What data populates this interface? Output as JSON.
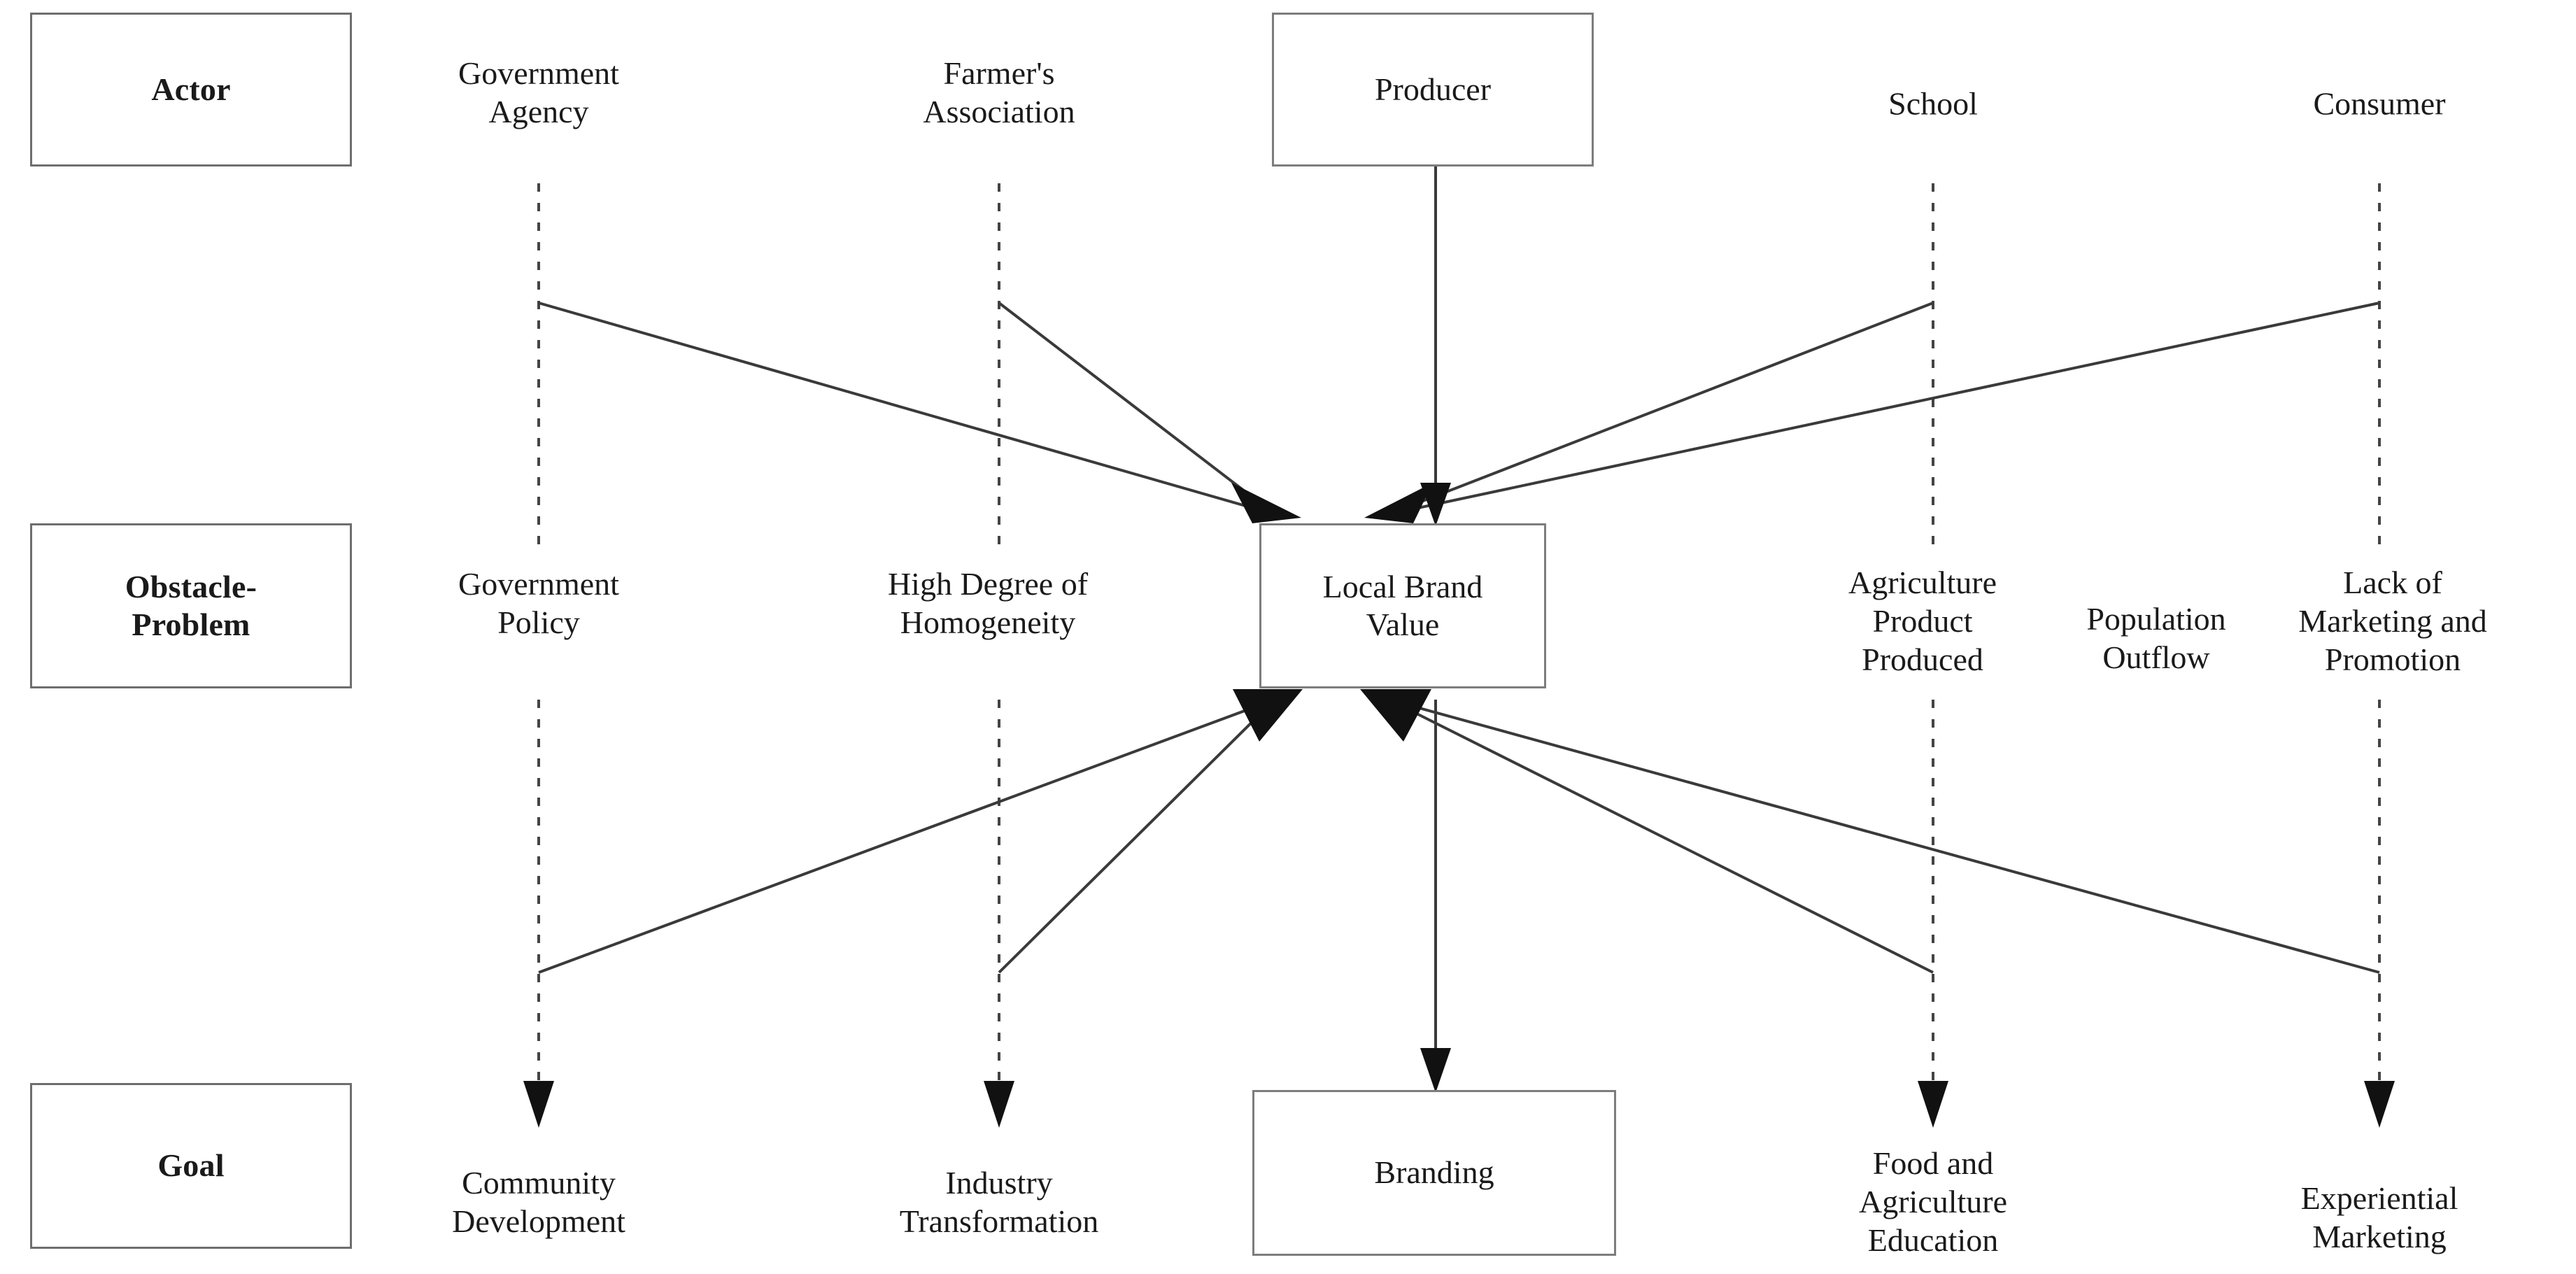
{
  "diagram": {
    "title": "Actor-Obstacle-Goal local brand value diagram",
    "background": "#ffffff",
    "line_color": "#3a3a3a",
    "box_border_color": "#7d7d7d",
    "text_color": "#1a1a1a"
  },
  "lanes": [
    {
      "id": "actor",
      "label": "Actor"
    },
    {
      "id": "obstacle",
      "label": "Obstacle-\nProblem"
    },
    {
      "id": "goal",
      "label": "Goal"
    }
  ],
  "columns": [
    {
      "id": "col1",
      "actor": "Government\nAgency",
      "obstacle": "Government\nPolicy",
      "goal": "Community\nDevelopment"
    },
    {
      "id": "col2",
      "actor": "Farmer's\nAssociation",
      "obstacle": "High Degree of\nHomogeneity",
      "goal": "Industry\nTransformation"
    },
    {
      "id": "col3",
      "actor": "Producer",
      "obstacle": "Local Brand\nValue",
      "goal": "Branding"
    },
    {
      "id": "col4",
      "actor": "School",
      "obstacle": "Agriculture\nProduct\nProduced",
      "goal": "Food and\nAgriculture\nEducation"
    },
    {
      "id": "col5",
      "actor": "Consumer",
      "obstacle": "Lack of\nMarketing and\nPromotion",
      "goal": "Experiential\nMarketing"
    }
  ],
  "extra_obstacle": {
    "id": "population-outflow",
    "label": "Population\nOutflow"
  },
  "boxed_nodes": [
    {
      "id": "producer",
      "label": "Producer"
    },
    {
      "id": "local-brand-value",
      "label": "Local Brand\nValue"
    },
    {
      "id": "branding",
      "label": "Branding"
    }
  ],
  "connections": [
    {
      "from": "Government Agency",
      "to": "Local Brand Value",
      "style": "solid-arrow"
    },
    {
      "from": "Farmer's Association",
      "to": "Local Brand Value",
      "style": "solid-arrow"
    },
    {
      "from": "Producer",
      "to": "Local Brand Value",
      "style": "solid-arrow"
    },
    {
      "from": "School",
      "to": "Local Brand Value",
      "style": "solid-arrow"
    },
    {
      "from": "Consumer",
      "to": "Local Brand Value",
      "style": "solid-arrow"
    },
    {
      "from": "Local Brand Value",
      "to": "Community Development",
      "style": "solid-arrow"
    },
    {
      "from": "Local Brand Value",
      "to": "Industry Transformation",
      "style": "solid-arrow"
    },
    {
      "from": "Local Brand Value",
      "to": "Branding",
      "style": "solid-arrow"
    },
    {
      "from": "Local Brand Value",
      "to": "Food and Agriculture Education",
      "style": "solid-arrow"
    },
    {
      "from": "Local Brand Value",
      "to": "Experiential Marketing",
      "style": "solid-arrow"
    },
    {
      "from": "Government Agency",
      "to": "Community Development",
      "style": "dotted-arrow"
    },
    {
      "from": "Farmer's Association",
      "to": "Industry Transformation",
      "style": "dotted-arrow"
    },
    {
      "from": "School",
      "to": "Food and Agriculture Education",
      "style": "dotted-arrow"
    },
    {
      "from": "Consumer",
      "to": "Experiential Marketing",
      "style": "dotted-arrow"
    }
  ]
}
